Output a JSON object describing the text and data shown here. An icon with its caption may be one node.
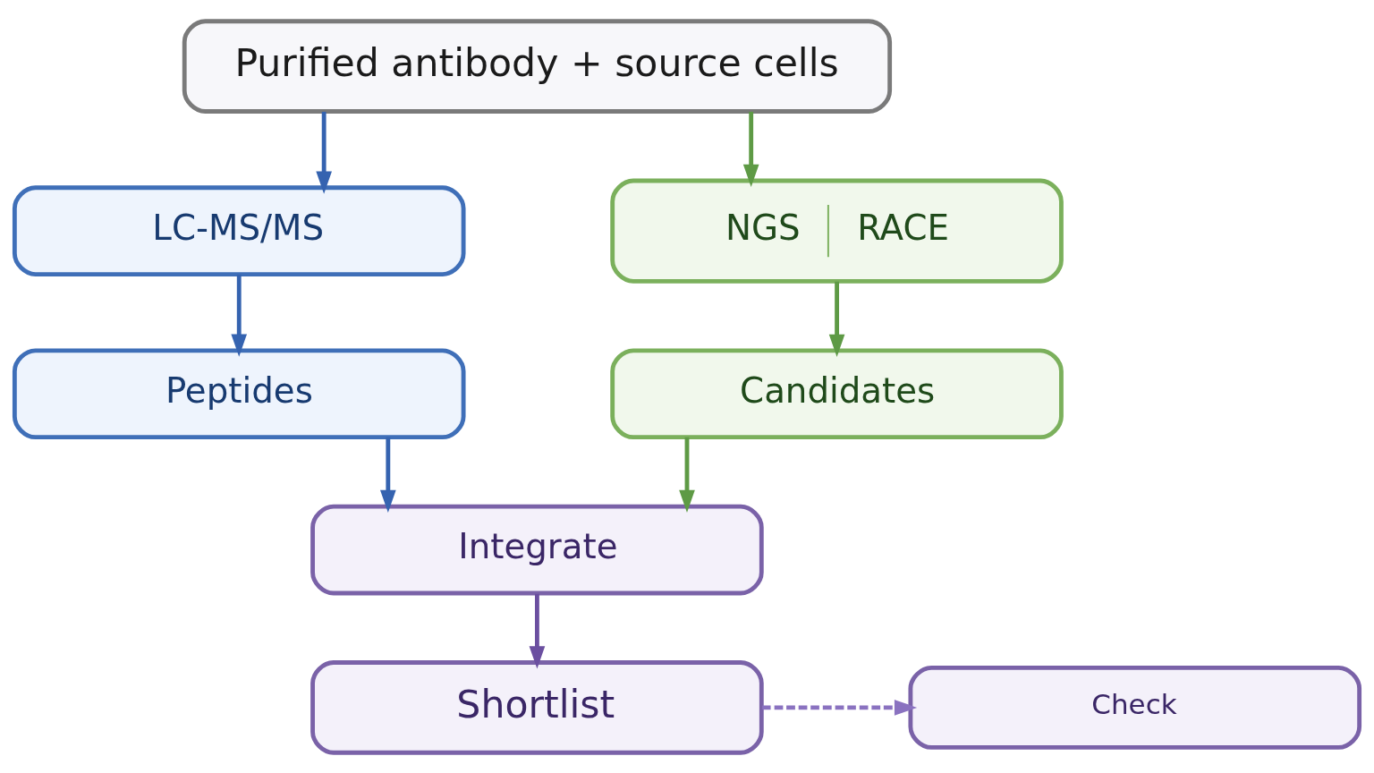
{
  "diagram": {
    "nodes": [
      {
        "text": [
          "Purified antibody + source cells"
        ]
      },
      {
        "text": [
          "LC-MS/MS"
        ]
      },
      {
        "text": [
          "Peptides"
        ]
      },
      {
        "text": [
          "NGS",
          "RACE"
        ]
      },
      {
        "text": [
          "Candidates"
        ]
      },
      {
        "text": [
          "Integrate"
        ]
      },
      {
        "text": [
          "Shortlist"
        ]
      },
      {
        "text": [
          "Check"
        ]
      }
    ],
    "edges": [
      {
        "from": 0,
        "to": 1,
        "arrow": "to",
        "color": "#3563b0"
      },
      {
        "from": 0,
        "to": 3,
        "arrow": "to",
        "color": "#5e9a45"
      },
      {
        "from": 1,
        "to": 2,
        "arrow": "to",
        "color": "#3563b0"
      },
      {
        "from": 3,
        "to": 4,
        "arrow": "to",
        "color": "#5e9a45"
      },
      {
        "from": 2,
        "to": 5,
        "arrow": "to",
        "color": "#3563b0"
      },
      {
        "from": 4,
        "to": 5,
        "arrow": "to",
        "color": "#5e9a45"
      },
      {
        "from": 5,
        "to": 6,
        "arrow": "to",
        "color": "#6b4fa0"
      },
      {
        "from": 6,
        "to": 7,
        "arrow": "to",
        "style": "dashed",
        "color": "#8a72c0"
      }
    ]
  }
}
